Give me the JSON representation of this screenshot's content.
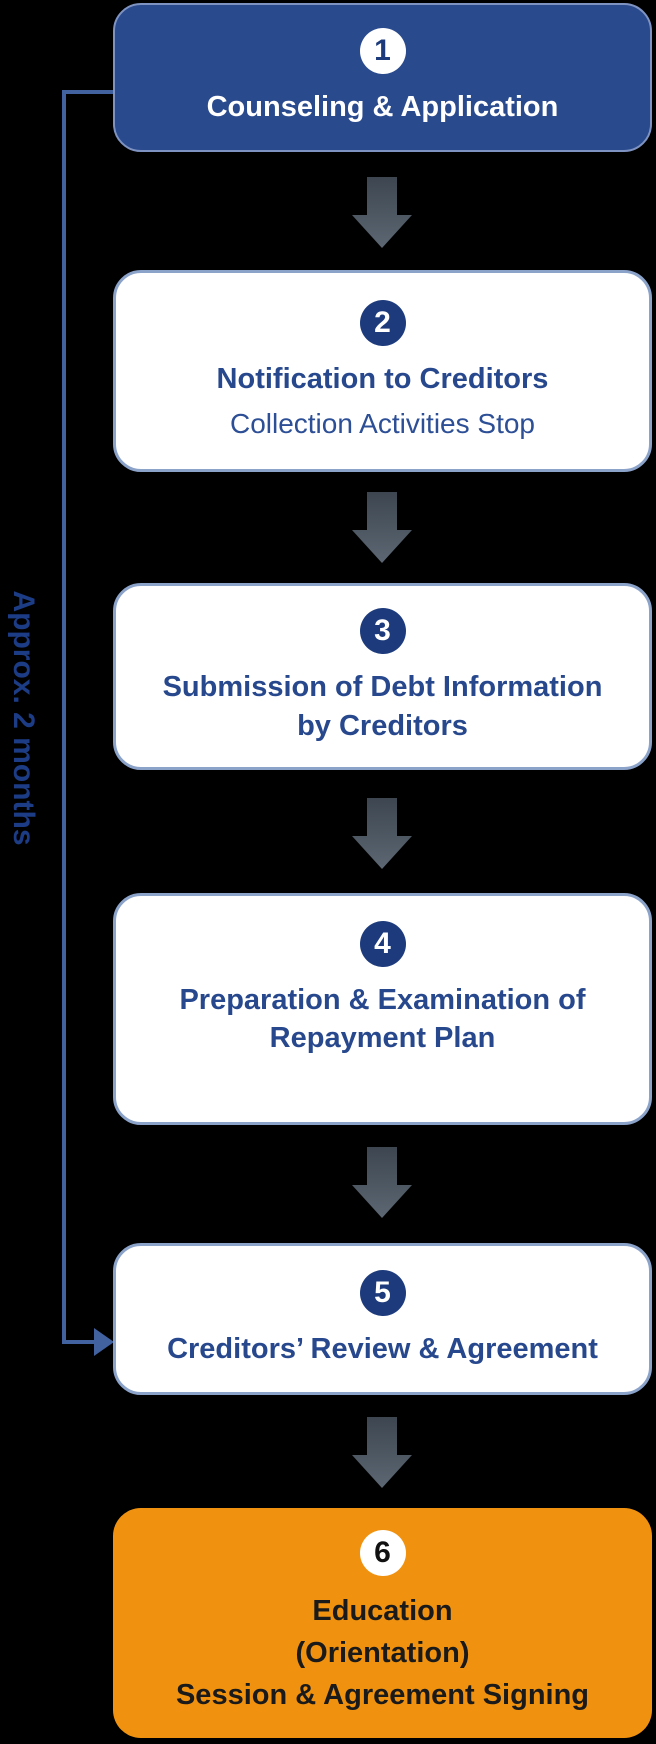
{
  "diagram": {
    "type": "flowchart",
    "duration_label": "Approx. 2 months"
  },
  "steps": [
    {
      "number": "1",
      "title": "Counseling & Application"
    },
    {
      "number": "2",
      "title": "Notification to Creditors",
      "subtitle": "Collection Activities Stop"
    },
    {
      "number": "3",
      "title": "Submission of Debt Information by Creditors"
    },
    {
      "number": "4",
      "title": "Preparation & Examination of Repayment Plan"
    },
    {
      "number": "5",
      "title": "Creditors’ Review & Agreement"
    },
    {
      "number": "6",
      "lines": [
        "Education",
        "(Orientation)",
        "Session & Agreement Signing"
      ]
    }
  ],
  "colors": {
    "background": "#000000",
    "primary-box": "#2a4a8e",
    "primary-border": "#7e93c1",
    "outline-border": "#8ba2c9",
    "badge-navy": "#1d3b7c",
    "text-blue": "#27488d",
    "subtitle-blue": "#2d4f96",
    "accent-orange": "#f0920f",
    "accent-text": "#1a1a1a",
    "arrow-top": "#3d4650",
    "arrow-bottom": "#5c6773",
    "bracket-blue": "#41619f",
    "label-blue": "#1c3c85"
  }
}
